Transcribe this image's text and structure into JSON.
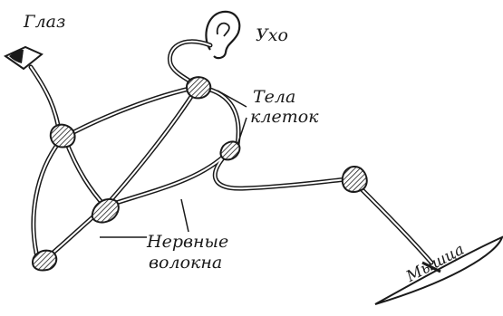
{
  "diagram": {
    "labels": {
      "eye": "Глаз",
      "ear": "Ухо",
      "cell_bodies_line1": "Тела",
      "cell_bodies_line2": "клеток",
      "nerve_fibers_line1": "Нервные",
      "nerve_fibers_line2": "волокна",
      "muscle": "Мышца"
    },
    "colors": {
      "ink": "#1a1a1a",
      "background": "#ffffff"
    },
    "icons": [
      "eye-icon",
      "ear-icon"
    ]
  }
}
